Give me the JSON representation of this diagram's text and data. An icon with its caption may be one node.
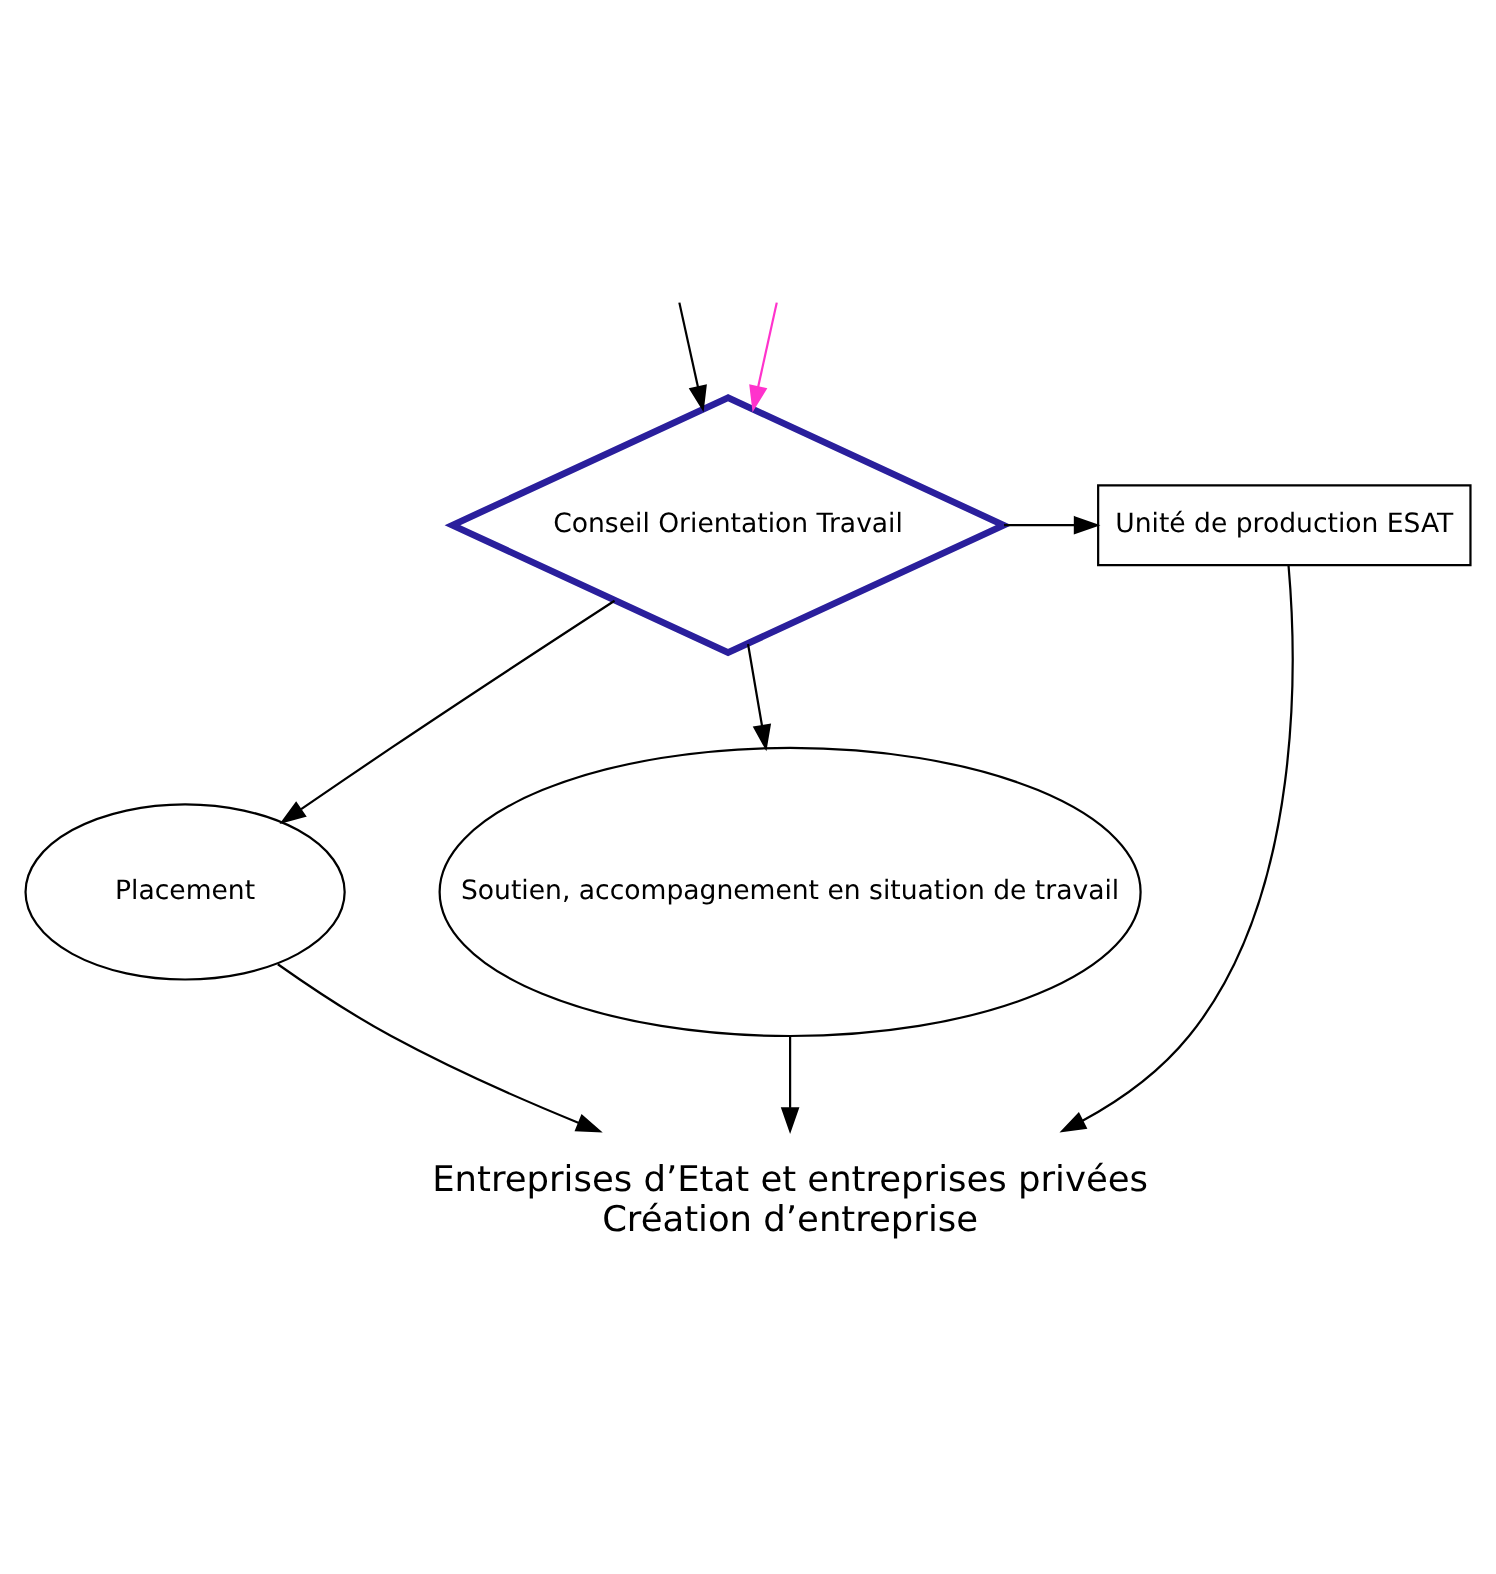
{
  "diagram": {
    "nodes": [
      {
        "text": [
          "Conseil Orientation Travail"
        ]
      },
      {
        "text": [
          "Unité de production ESAT"
        ]
      },
      {
        "text": [
          "Placement"
        ]
      },
      {
        "text": [
          "Soutien, accompagnement en situation de travail"
        ]
      },
      {
        "text": [
          "Entreprises d’Etat et entreprises privées",
          "Création d’entreprise"
        ]
      }
    ],
    "edges": [
      {
        "from": null,
        "to": 0,
        "arrow": "to"
      },
      {
        "from": null,
        "to": 0,
        "arrow": "to",
        "color": "#ff33cc"
      },
      {
        "from": 0,
        "to": 2,
        "arrow": "to"
      },
      {
        "from": 0,
        "to": 1,
        "arrow": "to"
      },
      {
        "from": 0,
        "to": 3,
        "arrow": "to"
      },
      {
        "from": 1,
        "to": 4,
        "arrow": "to"
      },
      {
        "from": 2,
        "to": 4,
        "arrow": "to"
      },
      {
        "from": 3,
        "to": 4,
        "arrow": "to"
      }
    ]
  }
}
